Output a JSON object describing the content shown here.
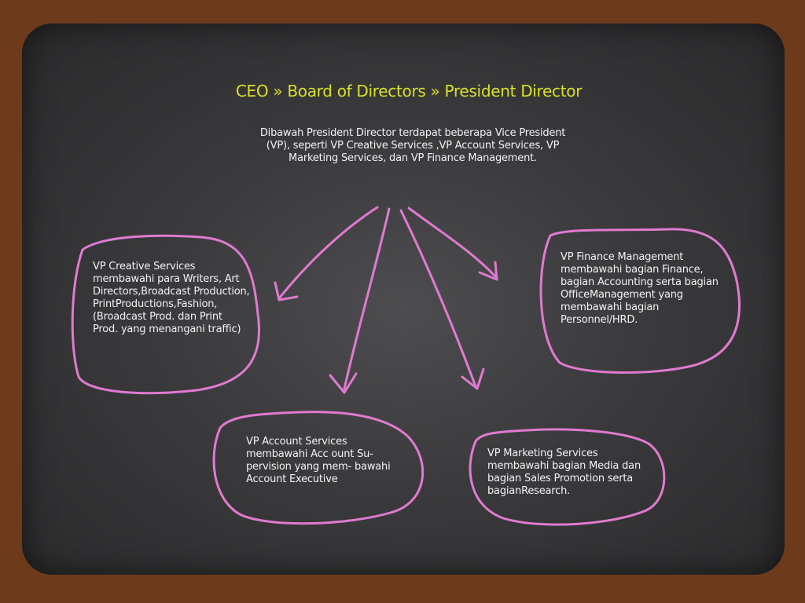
{
  "title": "CEO » Board of Directors » President Director",
  "intro": "Dibawah President Director terdapat beberapa Vice President (VP), seperti VP Creative Services ,VP Account Services, VP Marketing Services, dan VP Finance Management.",
  "nodes": {
    "creative": "VP Creative Services membawahi para Writers, Art Directors,Broadcast Production, PrintProductions,Fashion, (Broadcast Prod. dan Print Prod. yang menangani traffic)",
    "finance": "VP Finance Management membawahi bagian Finance, bagian Accounting serta bagian OfficeManagement yang membawahi bagian Personnel/HRD.",
    "account": "VP Account Services membawahi Acc ount Su- pervision yang mem- bawahi Account Executive",
    "marketing": "VP Marketing Services membawahi bagian Media dan bagian Sales Promotion serta bagianResearch."
  },
  "colors": {
    "title": "#d9e02a",
    "chalk_pink": "#e07ad0",
    "board": "#3a3a3c",
    "frame": "#6e3a1c",
    "text": "#f2f2f2"
  }
}
